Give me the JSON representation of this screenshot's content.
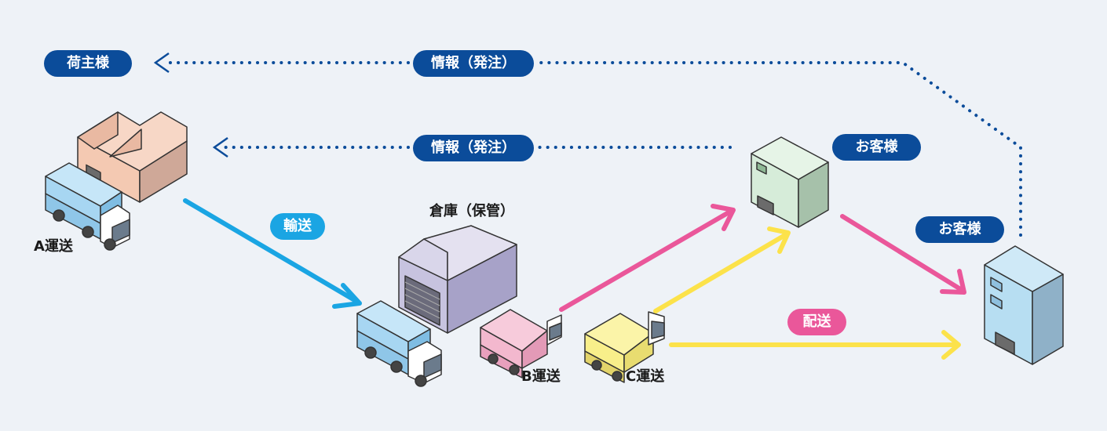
{
  "labels": {
    "shipper": "荷主様",
    "info_top": "情報（発注）",
    "info_mid": "情報（発注）",
    "customer_1": "お客様",
    "customer_2": "お客様",
    "transport": "輸送",
    "warehouse": "倉庫（保管）",
    "a_transport": "A運送",
    "b_transport": "B運送",
    "c_transport": "C運送",
    "delivery": "配送"
  },
  "colors": {
    "background": "#eef2f7",
    "navy": "#0b4c9a",
    "cyan": "#1aa5e3",
    "pink": "#ea579a",
    "yellow": "#fce24a",
    "factory": "#f4c9b2",
    "warehouse": "#c7c3df",
    "truck_blue": "#a7d6f2",
    "truck_pink": "#f3b8ce",
    "truck_yellow": "#f8ef8a",
    "building_green": "#d6ecd9",
    "building_blue": "#b7def2"
  },
  "icons": [
    "factory-icon",
    "truck-icon",
    "warehouse-icon",
    "office-building-icon"
  ]
}
